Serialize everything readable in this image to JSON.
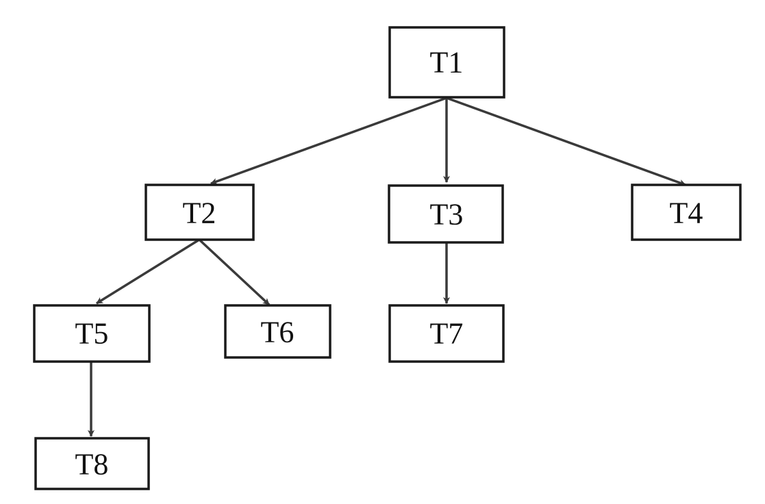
{
  "diagram": {
    "type": "tree",
    "nodes": [
      {
        "id": "T1",
        "label": "T1"
      },
      {
        "id": "T2",
        "label": "T2"
      },
      {
        "id": "T3",
        "label": "T3"
      },
      {
        "id": "T4",
        "label": "T4"
      },
      {
        "id": "T5",
        "label": "T5"
      },
      {
        "id": "T6",
        "label": "T6"
      },
      {
        "id": "T7",
        "label": "T7"
      },
      {
        "id": "T8",
        "label": "T8"
      }
    ],
    "edges": [
      {
        "from": "T1",
        "to": "T2"
      },
      {
        "from": "T1",
        "to": "T3"
      },
      {
        "from": "T1",
        "to": "T4"
      },
      {
        "from": "T2",
        "to": "T5"
      },
      {
        "from": "T2",
        "to": "T6"
      },
      {
        "from": "T3",
        "to": "T7"
      },
      {
        "from": "T5",
        "to": "T8"
      }
    ],
    "colors": {
      "box_stroke": "#1a1a1a",
      "edge": "#3a3a3a",
      "text": "#111111",
      "background": "#ffffff"
    }
  }
}
